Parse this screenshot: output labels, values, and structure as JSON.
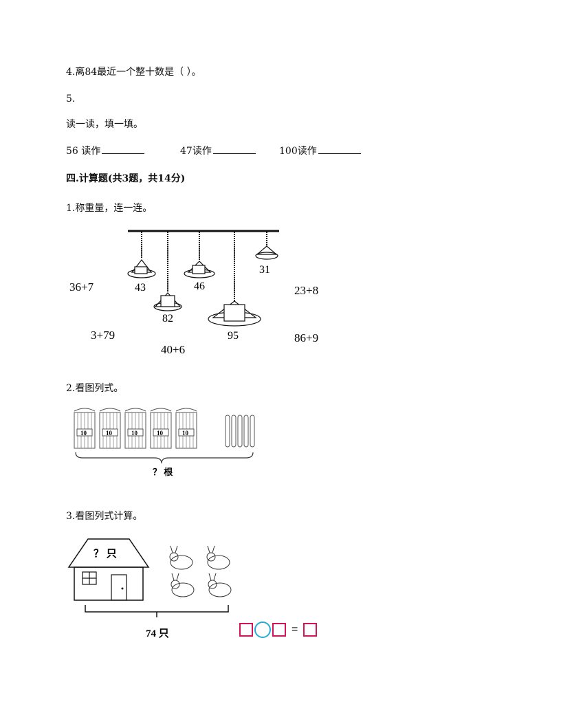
{
  "q4": {
    "text": "4.离84最近一个整十数是（   ）。"
  },
  "q5": {
    "number": "5.",
    "instruction": "读一读，填一填。",
    "items": [
      {
        "label": "56 读作"
      },
      {
        "label": "47读作"
      },
      {
        "label": "100读作"
      }
    ]
  },
  "section4": {
    "title": "四.计算题(共3题，共14分)"
  },
  "calc1": {
    "title": "1.称重量，连一连。",
    "weights": [
      "43",
      "82",
      "46",
      "95",
      "31"
    ],
    "expressions": [
      "36+7",
      "23+8",
      "3+79",
      "40+6",
      "86+9"
    ]
  },
  "calc2": {
    "title": "2.看图列式。",
    "bundle_label": "10",
    "brace_label": "？ 根"
  },
  "calc3": {
    "title": "3.看图列式计算。",
    "house_label": "？ 只",
    "total_label": "74 只",
    "equals": "="
  }
}
